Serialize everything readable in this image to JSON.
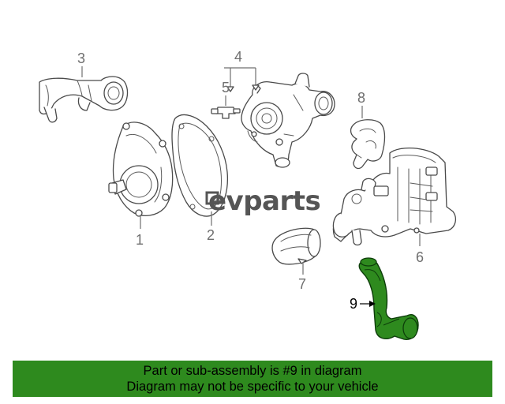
{
  "callouts": {
    "c1": "1",
    "c2": "2",
    "c3": "3",
    "c4": "4",
    "c5": "5",
    "c6": "6",
    "c7": "7",
    "c8": "8",
    "c9": "9"
  },
  "highlight_part": "9",
  "highlight_color": "#2e8a1e",
  "watermark": "evparts",
  "banner": {
    "line1": "Part or sub-assembly is #9 in diagram",
    "line2": "Diagram may not be specific to your vehicle",
    "color": "#2e8a1e"
  }
}
